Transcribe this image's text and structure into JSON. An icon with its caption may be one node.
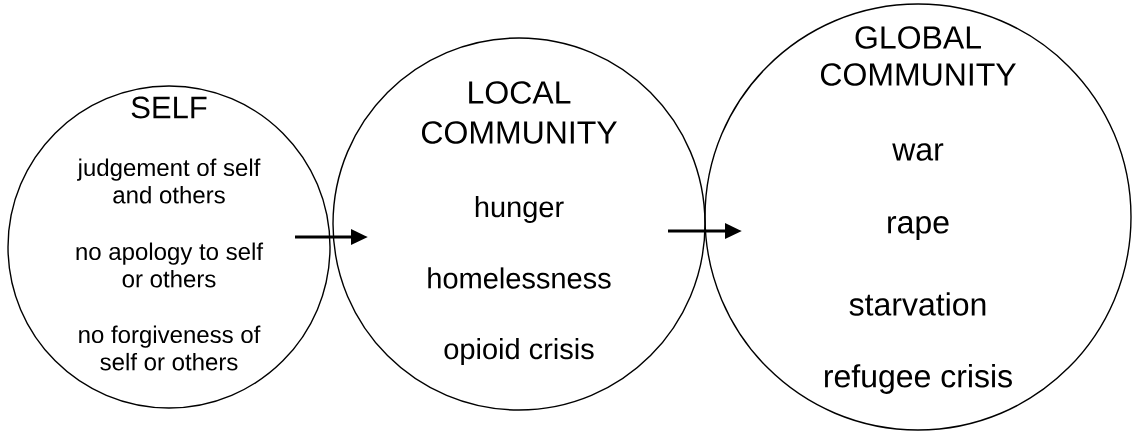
{
  "diagram": {
    "nodes": [
      {
        "text": [
          "SELF",
          "judgement of self and others",
          "no apology to self or others",
          "no forgiveness of self or others"
        ]
      },
      {
        "text": [
          "LOCAL COMMUNITY",
          "hunger",
          "homelessness",
          "opioid crisis"
        ]
      },
      {
        "text": [
          "GLOBAL COMMUNITY",
          "war",
          "rape",
          "starvation",
          "refugee crisis"
        ]
      }
    ],
    "edges": [
      {
        "from": 0,
        "to": 1,
        "arrow": "to"
      },
      {
        "from": 1,
        "to": 2,
        "arrow": "to"
      }
    ]
  }
}
